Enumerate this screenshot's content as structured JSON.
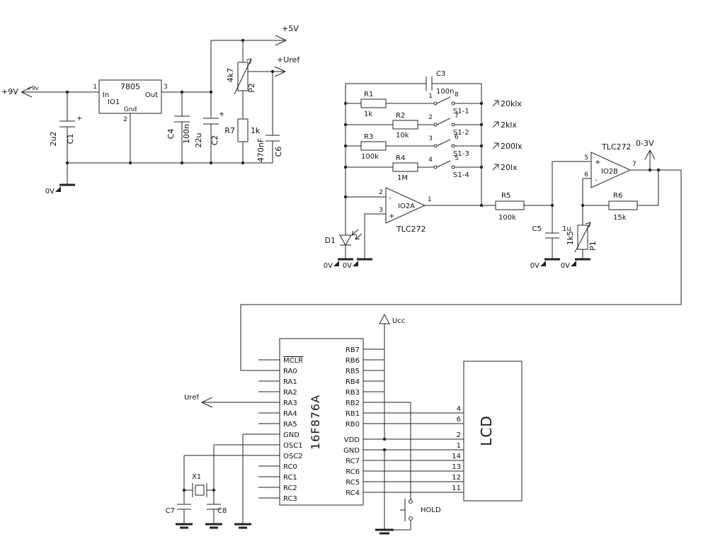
{
  "schematic": {
    "power": {
      "input": {
        "label": "+9V",
        "label_small": "+9v"
      },
      "io1": {
        "part": "7805",
        "ref": "IO1",
        "pin_in_name": "In",
        "pin_out_name": "Out",
        "pin_gnd_name": "Gnd",
        "pin_in": "1",
        "pin_out": "3",
        "pin_gnd": "2"
      },
      "c1": {
        "ref": "C1",
        "value": "2u2",
        "plus": "+"
      },
      "c4": {
        "ref": "C4",
        "value": "100n"
      },
      "c2": {
        "ref": "C2",
        "value": "22u",
        "plus": "+"
      },
      "p2": {
        "ref": "P2",
        "value": "4k7"
      },
      "r7": {
        "ref": "R7",
        "value": "1k"
      },
      "c6": {
        "ref": "C6",
        "value": "470nF"
      },
      "out_5v": "+5V",
      "out_uref": "+Uref",
      "gnd": "0V"
    },
    "meter": {
      "c3": {
        "ref": "C3",
        "value": "100n"
      },
      "feedback": [
        {
          "r_ref": "R1",
          "r_val": "1k",
          "sw": "S1-1",
          "pin_l": "1",
          "pin_r": "8",
          "range": "20klx"
        },
        {
          "r_ref": "R2",
          "r_val": "10k",
          "sw": "S1-2",
          "pin_l": "2",
          "pin_r": "7",
          "range": "2klx"
        },
        {
          "r_ref": "R3",
          "r_val": "100k",
          "sw": "S1-3",
          "pin_l": "3",
          "pin_r": "6",
          "range": "200lx"
        },
        {
          "r_ref": "R4",
          "r_val": "1M",
          "sw": "S1-4",
          "pin_l": "4",
          "pin_r": "5",
          "range": "20lx"
        }
      ],
      "d1": {
        "ref": "D1"
      },
      "io2a": {
        "ref": "IO2A",
        "part": "TLC272",
        "pin_inv": "2",
        "pin_non": "3",
        "pin_out": "1",
        "minus": "-",
        "plus": "+"
      },
      "io2b": {
        "ref": "IO2B",
        "part": "TLC272",
        "pin_non": "5",
        "pin_inv": "6",
        "pin_out": "7",
        "minus": "-",
        "plus": "+"
      },
      "r5": {
        "ref": "R5",
        "value": "100k"
      },
      "c5": {
        "ref": "C5",
        "value": "1u"
      },
      "p1": {
        "ref": "P1",
        "value": "1k5"
      },
      "r6": {
        "ref": "R6",
        "value": "15k"
      },
      "output": "0-3V",
      "gnd": "0V"
    },
    "mcu": {
      "part": "16F876A",
      "left_pins": [
        "MCLR",
        "RA0",
        "RA1",
        "RA2",
        "RA3",
        "RA4",
        "RA5",
        "GND",
        "OSC1",
        "OSC2",
        "RC0",
        "RC1",
        "RC2",
        "RC3"
      ],
      "right_pins": [
        "RB7",
        "RB6",
        "RB5",
        "RB4",
        "RB3",
        "RB2",
        "RB1",
        "RB0",
        "VDD",
        "GND",
        "RC7",
        "RC6",
        "RC5",
        "RC4"
      ],
      "ucc": "Ucc",
      "uref": "Uref",
      "x1": {
        "ref": "X1"
      },
      "c7": {
        "ref": "C7"
      },
      "c8": {
        "ref": "C8"
      },
      "hold": "HOLD"
    },
    "lcd": {
      "label": "LCD",
      "pins": [
        "4",
        "6",
        "2",
        "1",
        "14",
        "13",
        "12",
        "11"
      ]
    }
  }
}
